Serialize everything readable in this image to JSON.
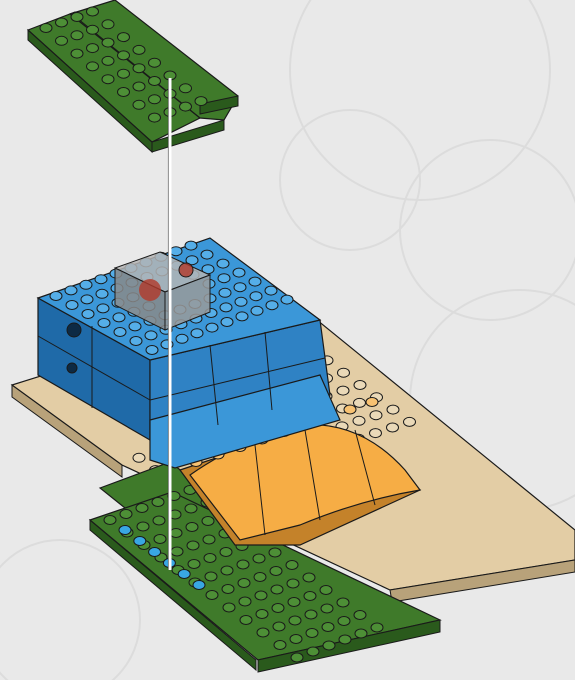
{
  "scene": {
    "subject": "lego-build-instruction-step",
    "colors": {
      "background": "#e9e9e9",
      "background_texture": "#dcdcdc",
      "dark_green": "#3f7a2a",
      "dark_green_shade": "#2a5a1c",
      "dark_green_stud": "#4d8f36",
      "tan": "#e3cda5",
      "tan_shade": "#b8a27a",
      "tan_stud": "#ead9b8",
      "blue": "#3b97d8",
      "blue_shade": "#1f6aa8",
      "blue_stud": "#55aee8",
      "orange": "#f6ad45",
      "orange_shade": "#c4822a",
      "orange_stud": "#f8c272",
      "trans_clear": "#9a9a9a",
      "trans_red": "#b23a2a",
      "medium_azure": "#39a7e3",
      "outline": "#1a1a1a",
      "guide_line": "#ffffff"
    },
    "parts": [
      {
        "name": "green-plate-2x8-left",
        "color": "dark_green"
      },
      {
        "name": "green-plate-2x8-right",
        "color": "dark_green"
      },
      {
        "name": "green-plate-bottom",
        "color": "dark_green"
      },
      {
        "name": "tan-baseplate",
        "color": "tan"
      },
      {
        "name": "blue-brick-assembly",
        "color": "blue"
      },
      {
        "name": "orange-curved-slopes",
        "color": "orange"
      },
      {
        "name": "trans-clear-brick-with-red",
        "color": "trans_clear"
      },
      {
        "name": "azure-studs-row",
        "color": "medium_azure"
      }
    ]
  }
}
